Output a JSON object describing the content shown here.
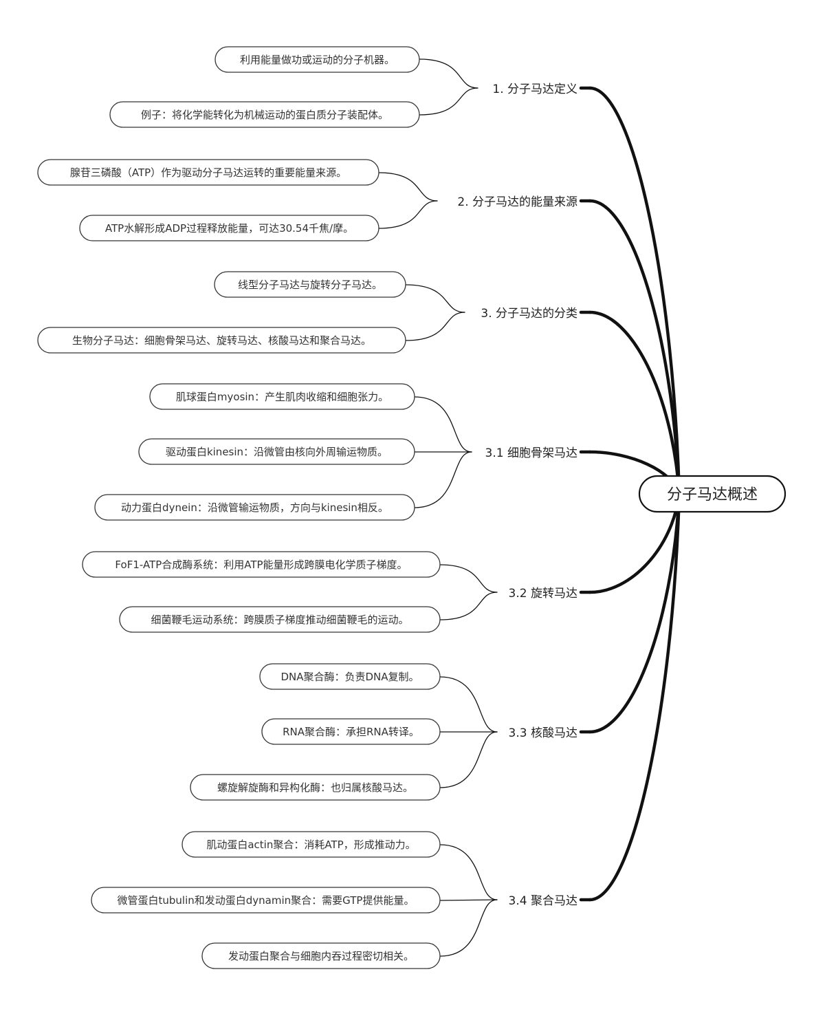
{
  "root": {
    "label": "分子马达概述"
  },
  "branches": [
    {
      "label": "1. 分子马达定义",
      "leaves": [
        "利用能量做功或运动的分子机器。",
        "例子：将化学能转化为机械运动的蛋白质分子装配体。"
      ]
    },
    {
      "label": "2. 分子马达的能量来源",
      "leaves": [
        "腺苷三磷酸（ATP）作为驱动分子马达运转的重要能量来源。",
        "ATP水解形成ADP过程释放能量，可达30.54千焦/摩。"
      ]
    },
    {
      "label": "3. 分子马达的分类",
      "leaves": [
        "线型分子马达与旋转分子马达。",
        "生物分子马达：细胞骨架马达、旋转马达、核酸马达和聚合马达。"
      ]
    },
    {
      "label": "3.1 细胞骨架马达",
      "leaves": [
        "肌球蛋白myosin：产生肌肉收缩和细胞张力。",
        "驱动蛋白kinesin：沿微管由核向外周输运物质。",
        "动力蛋白dynein：沿微管输运物质，方向与kinesin相反。"
      ]
    },
    {
      "label": "3.2 旋转马达",
      "leaves": [
        "FoF1-ATP合成酶系统：利用ATP能量形成跨膜电化学质子梯度。",
        "细菌鞭毛运动系统：跨膜质子梯度推动细菌鞭毛的运动。"
      ]
    },
    {
      "label": "3.3 核酸马达",
      "leaves": [
        "DNA聚合酶：负责DNA复制。",
        "RNA聚合酶：承担RNA转译。",
        "螺旋解旋酶和异构化酶：也归属核酸马达。"
      ]
    },
    {
      "label": "3.4 聚合马达",
      "leaves": [
        "肌动蛋白actin聚合：消耗ATP，形成推动力。",
        "微管蛋白tubulin和发动蛋白dynamin聚合：需要GTP提供能量。",
        "发动蛋白聚合与细胞内吞过程密切相关。"
      ]
    }
  ]
}
